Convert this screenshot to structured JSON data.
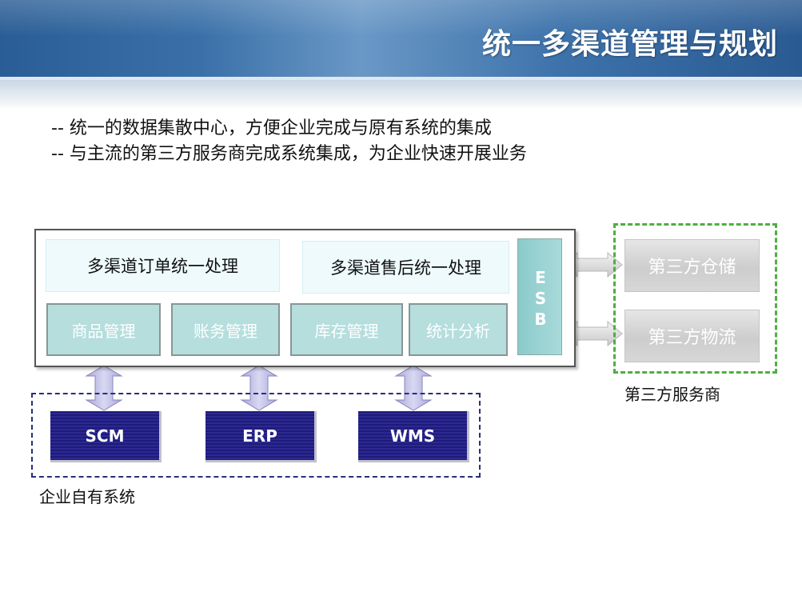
{
  "title": "统一多渠道管理与规划",
  "bullets": [
    "-- 统一的数据集散中心，方便企业完成与原有系统的集成",
    "-- 与主流的第三方服务商完成系统集成，为企业快速开展业务"
  ],
  "platform": {
    "order_processing": "多渠道订单统一处理",
    "aftersales_processing": "多渠道售后统一处理",
    "modules": [
      "商品管理",
      "账务管理",
      "库存管理",
      "统计分析"
    ],
    "esb_letters": [
      "E",
      "S",
      "B"
    ]
  },
  "internal_systems": {
    "label": "企业自有系统",
    "items": [
      "SCM",
      "ERP",
      "WMS"
    ]
  },
  "third_party": {
    "label": "第三方服务商",
    "items": [
      "第三方仓储",
      "第三方物流"
    ]
  },
  "colors": {
    "header_blue": "#2a5d95",
    "module_teal": "#b5dedd",
    "system_navy": "#1e1a7c",
    "third_party_border": "#4db03e"
  }
}
